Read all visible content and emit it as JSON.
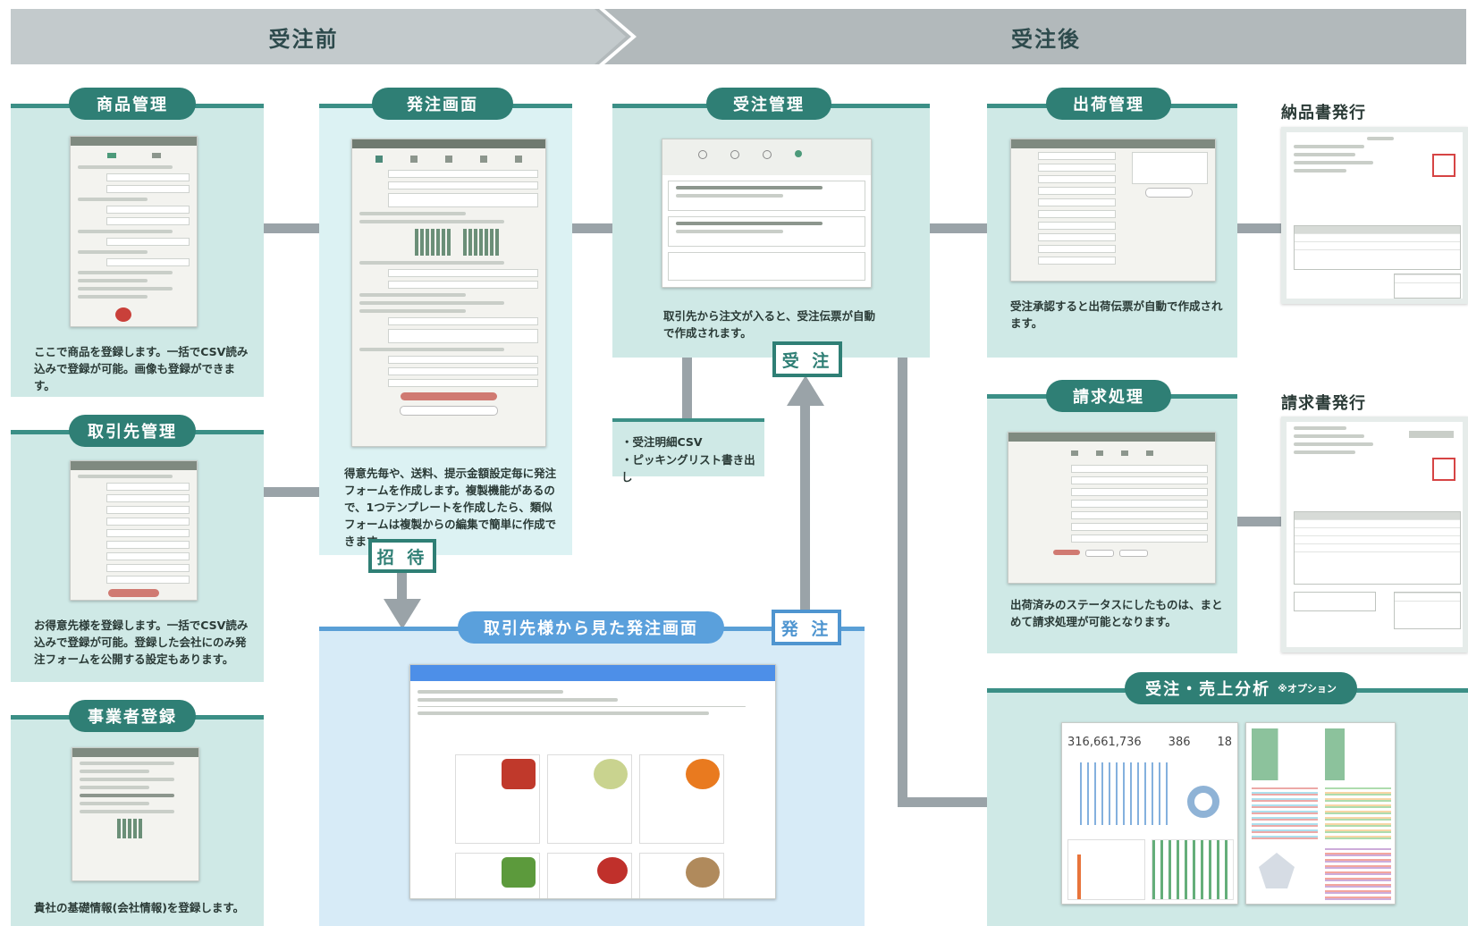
{
  "header": {
    "before_label": "受注前",
    "after_label": "受注後"
  },
  "sections": {
    "product": {
      "title": "商品管理",
      "desc": "ここで商品を登録します。一括でCSV読み込みで登録が可能。画像も登録ができます。"
    },
    "client": {
      "title": "取引先管理",
      "desc": "お得意先様を登録します。一括でCSV読み込みで登録が可能。登録した会社にのみ発注フォームを公開する設定もあります。"
    },
    "company": {
      "title": "事業者登録",
      "desc": "貴社の基礎情報(会社情報)を登録します。"
    },
    "order_screen": {
      "title": "発注画面",
      "desc": "得意先毎や、送料、提示金額設定毎に発注フォームを作成します。複製機能があるので、1つテンプレートを作成したら、類似フォームは複製からの編集で簡単に作成できます。"
    },
    "order_mgmt": {
      "title": "受注管理",
      "desc": "取引先から注文が入ると、受注伝票が自動で作成されます。"
    },
    "shipping": {
      "title": "出荷管理",
      "desc": "受注承認すると出荷伝票が自動で作成されます。"
    },
    "billing": {
      "title": "請求処理",
      "desc": "出荷済みのステータスにしたものは、まとめて請求処理が可能となります。"
    },
    "analysis": {
      "title": "受注・売上分析",
      "note": "※オプション"
    },
    "client_view": {
      "title": "取引先様から見た発注画面"
    }
  },
  "docs": {
    "delivery_title": "納品書発行",
    "invoice_title": "請求書発行"
  },
  "csv_box": {
    "line1": "・受注明細CSV",
    "line2": "・ピッキングリスト書き出し"
  },
  "badges": {
    "invite": "招 待",
    "receive": "受 注",
    "order": "発 注"
  },
  "dashboard": {
    "kpi_main": "316,661,736",
    "kpi_2": "386",
    "kpi_3": "18"
  }
}
